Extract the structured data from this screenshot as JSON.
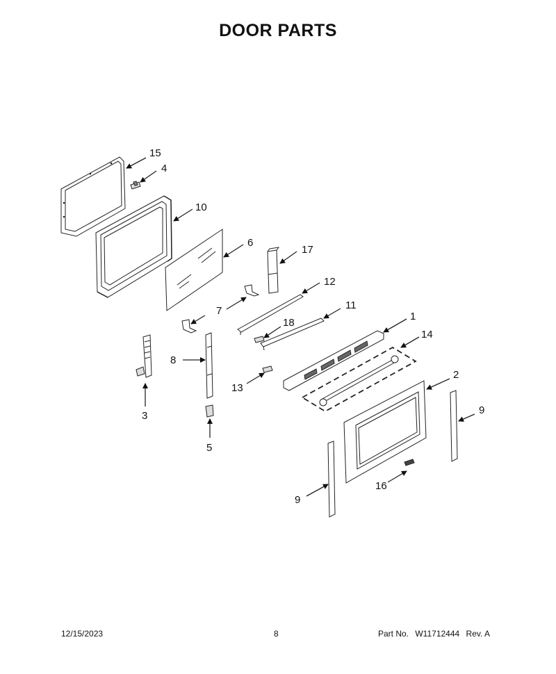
{
  "title": "DOOR PARTS",
  "callouts": {
    "c1": "1",
    "c2": "2",
    "c3": "3",
    "c4": "4",
    "c5": "5",
    "c6": "6",
    "c7": "7",
    "c8": "8",
    "c9a": "9",
    "c9b": "9",
    "c10": "10",
    "c11": "11",
    "c12": "12",
    "c13": "13",
    "c14": "14",
    "c15": "15",
    "c16": "16",
    "c17": "17",
    "c18": "18"
  },
  "footer": {
    "date": "12/15/2023",
    "page": "8",
    "part_label": "Part No.",
    "part_number": "W11712444",
    "rev": "Rev. A"
  }
}
